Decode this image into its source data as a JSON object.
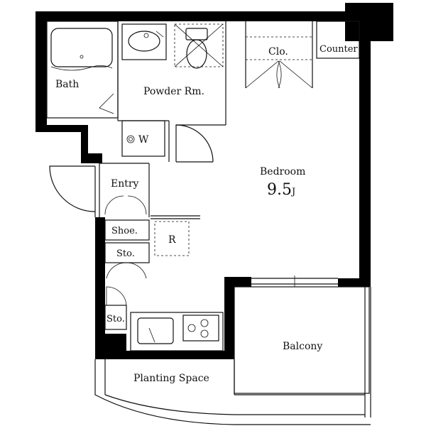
{
  "rooms": {
    "bath": "Bath",
    "powder": "Powder Rm.",
    "washer": "W",
    "closet": "Clo.",
    "counter": "Counter",
    "bedroom": "Bedroom",
    "bedroom_size": "9.5",
    "bedroom_unit": "J",
    "entry": "Entry",
    "shoe": "Shoe.",
    "fridge": "R",
    "storage_1": "Sto.",
    "storage_2": "Sto.",
    "balcony": "Balcony",
    "planting": "Planting Space"
  }
}
